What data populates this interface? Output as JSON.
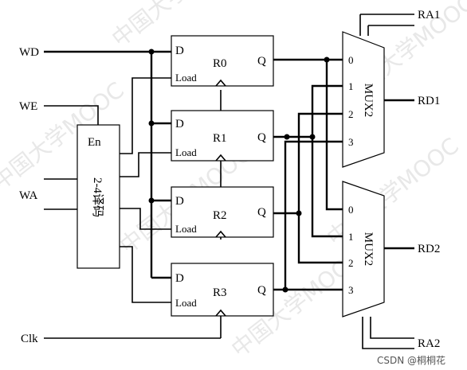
{
  "inputs": {
    "wd": "WD",
    "we": "WE",
    "wa": "WA",
    "clk": "Clk"
  },
  "decoder": {
    "en": "En",
    "name": "2-4译码"
  },
  "registers": [
    {
      "name": "R0",
      "d": "D",
      "load": "Load",
      "q": "Q"
    },
    {
      "name": "R1",
      "d": "D",
      "load": "Load",
      "q": "Q"
    },
    {
      "name": "R2",
      "d": "D",
      "load": "Load",
      "q": "Q"
    },
    {
      "name": "R3",
      "d": "D",
      "load": "Load",
      "q": "Q"
    }
  ],
  "muxes": [
    {
      "name": "MUX2",
      "inputs": [
        "0",
        "1",
        "2",
        "3"
      ],
      "select": "RA1",
      "output": "RD1"
    },
    {
      "name": "MUX2",
      "inputs": [
        "0",
        "1",
        "2",
        "3"
      ],
      "select": "RA2",
      "output": "RD2"
    }
  ],
  "watermark": "中国大学MOOC",
  "credit": "CSDN @桐桐花"
}
